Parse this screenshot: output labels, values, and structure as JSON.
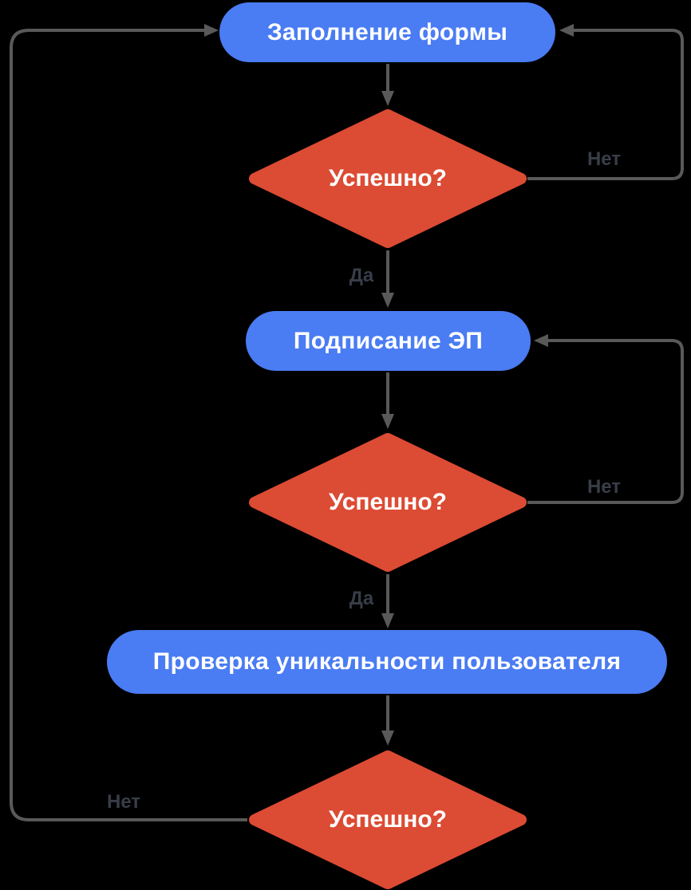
{
  "diagram": {
    "title": "registration-flowchart",
    "language": "ru",
    "background_color": "#000000",
    "palette": {
      "process_fill": "#4A7CF3",
      "decision_fill": "#DC4B33",
      "shape_text_color": "#FFFFFF",
      "connector_color": "#595959",
      "edge_label_color": "#383D48"
    },
    "nodes": [
      {
        "id": "fill-form",
        "type": "process",
        "label": "Заполнение формы"
      },
      {
        "id": "check-1",
        "type": "decision",
        "label": "Успешно?"
      },
      {
        "id": "sign-ep",
        "type": "process",
        "label": "Подписание ЭП"
      },
      {
        "id": "check-2",
        "type": "decision",
        "label": "Успешно?"
      },
      {
        "id": "uniqueness",
        "type": "process",
        "label": "Проверка уникальности пользователя"
      },
      {
        "id": "check-3",
        "type": "decision",
        "label": "Успешно?"
      }
    ],
    "labels": {
      "yes": "Да",
      "no": "Нет"
    },
    "edges": [
      {
        "from": "fill-form",
        "to": "check-1",
        "label": ""
      },
      {
        "from": "check-1",
        "to": "sign-ep",
        "label": "Да"
      },
      {
        "from": "check-1",
        "to": "fill-form",
        "label": "Нет"
      },
      {
        "from": "sign-ep",
        "to": "check-2",
        "label": ""
      },
      {
        "from": "check-2",
        "to": "uniqueness",
        "label": "Да"
      },
      {
        "from": "check-2",
        "to": "sign-ep",
        "label": "Нет"
      },
      {
        "from": "uniqueness",
        "to": "check-3",
        "label": ""
      },
      {
        "from": "check-3",
        "to": "fill-form",
        "label": "Нет"
      }
    ]
  }
}
